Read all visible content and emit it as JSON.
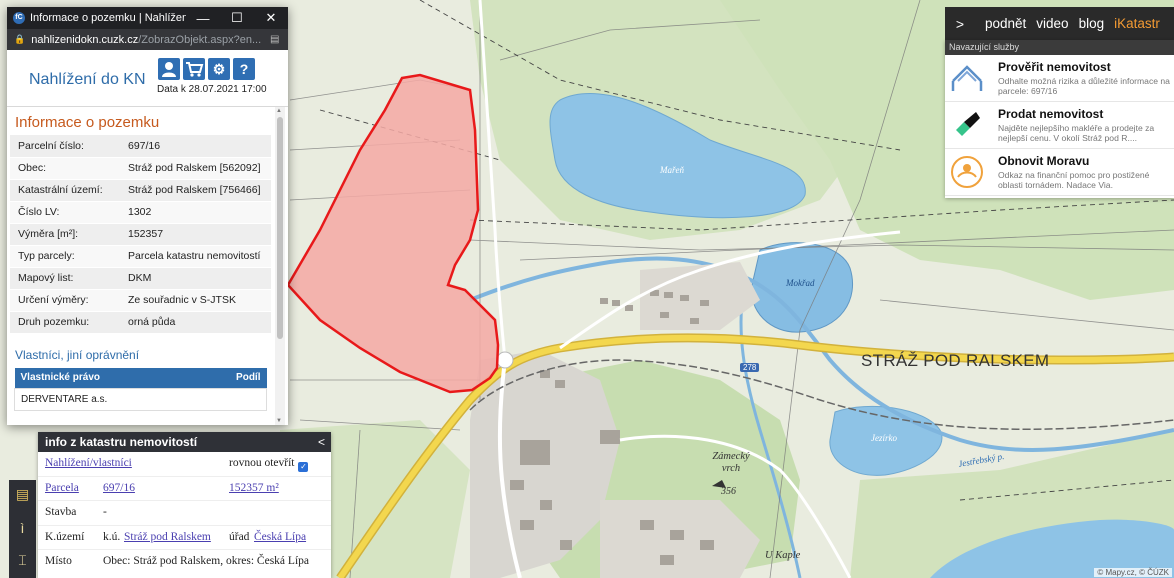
{
  "browser": {
    "title": "Informace o pozemku | Nahlížení d...",
    "url_host": "nahlizenidokn.cuzk.cz",
    "url_path": "/ZobrazObjekt.aspx?en..."
  },
  "kn": {
    "app_name": "Nahlížení do KN",
    "date_label": "Data k 28.07.2021 17:00",
    "icons": [
      "user-icon",
      "cart-icon",
      "gear-icon",
      "help-icon"
    ],
    "section_title": "Informace o pozemku",
    "rows": [
      {
        "key": "Parcelní číslo:",
        "value": "697/16"
      },
      {
        "key": "Obec:",
        "value": "Stráž pod Ralskem [562092]"
      },
      {
        "key": "Katastrální území:",
        "value": "Stráž pod Ralskem [756466]"
      },
      {
        "key": "Číslo LV:",
        "value": "1302"
      },
      {
        "key": "Výměra [m²]:",
        "value": "152357"
      },
      {
        "key": "Typ parcely:",
        "value": "Parcela katastru nemovitostí"
      },
      {
        "key": "Mapový list:",
        "value": "DKM"
      },
      {
        "key": "Určení výměry:",
        "value": "Ze souřadnic v S-JTSK"
      },
      {
        "key": "Druh pozemku:",
        "value": "orná půda"
      }
    ],
    "owners_title": "Vlastníci, jiní oprávnění",
    "owners_col1": "Vlastnické právo",
    "owners_col2": "Podíl",
    "owner_name": "DERVENTARE a.s."
  },
  "top_menu": {
    "items": [
      "podnět",
      "video",
      "blog",
      "iKatastr"
    ]
  },
  "services": {
    "header": "Navazující služby",
    "items": [
      {
        "title": "Prověřit nemovitost",
        "desc": "Odhalte možná rizika a důležité informace na parcele: 697/16",
        "icon": "house-outline-icon"
      },
      {
        "title": "Prodat nemovitost",
        "desc": "Najděte nejlepšího makléře a prodejte za nejlepší cenu. V okolí Stráž pod R....",
        "icon": "arrow-logo-icon"
      },
      {
        "title": "Obnovit Moravu",
        "desc": "Odkaz na finanční pomoc pro postižené oblasti tornádem. Nadace Via.",
        "icon": "heart-hands-icon"
      }
    ]
  },
  "info_panel": {
    "title": "info z katastru nemovitostí",
    "collapse_icon": "chevron-left-icon",
    "view_link": "Nahlížení/vlastníci",
    "open_directly": "rovnou otevřít",
    "parcel_label": "Parcela",
    "parcel_number": "697/16",
    "parcel_area": "152357 m²",
    "building_label": "Stavba",
    "building_value": "-",
    "ku_label": "K.území",
    "ku_prefix": "k.ú.",
    "ku_link": "Stráž pod Ralskem",
    "office_label": "úřad",
    "office_link": "Česká Lípa",
    "place_label": "Místo",
    "place_value": "Obec: Stráž pod Ralskem, okres: Česká Lípa"
  },
  "map": {
    "town_label": "STRÁŽ POD RALSKEM",
    "lake_labels": [
      "Mařeň",
      "Mokřad",
      "Jezírko"
    ],
    "stream_label": "Jestřebský p.",
    "hill_name": "Zámecký vrch",
    "hill_height": "356",
    "chapel_label": "U Kaple",
    "road_number": "278",
    "copyright": "© Mapy.cz, © ČÚZK",
    "parcel_fill": "#f4a9a4",
    "parcel_stroke": "#e8191a",
    "water_color": "#8ec3e6",
    "forest_color": "#c9deb2"
  },
  "side_tools": [
    "comment-icon",
    "person-walk-icon",
    "ruler-icon"
  ]
}
